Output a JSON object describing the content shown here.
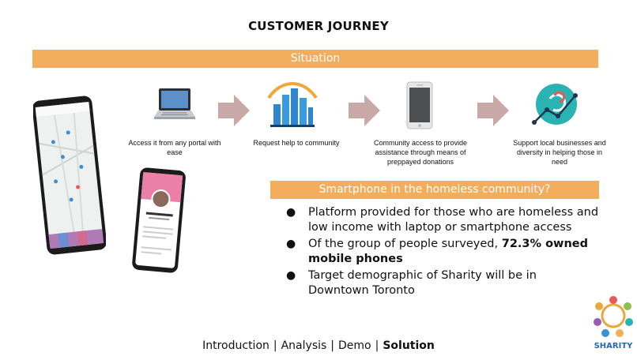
{
  "title": "CUSTOMER JOURNEY",
  "situation_label": "Situation",
  "steps": [
    {
      "icon": "laptop-icon",
      "caption": "Access it from any portal with ease"
    },
    {
      "icon": "bar-chart-icon",
      "caption": "Request help to community"
    },
    {
      "icon": "smartphone-icon",
      "caption": "Community access to provide assistance through means of preppayed donations"
    },
    {
      "icon": "network-graph-icon",
      "caption": "Support local businesses and diversity in helping those in need"
    }
  ],
  "smartphone_heading": "Smartphone in the homeless community?",
  "bullets": [
    {
      "text": "Platform provided for those who are homeless and low income with laptop or smartphone access"
    },
    {
      "pre": "Of the group of people surveyed, ",
      "bold": "72.3% owned mobile phones"
    },
    {
      "text": "Target demographic of Sharity will be in Downtown Toronto"
    }
  ],
  "nav": {
    "items": [
      "Introduction",
      "Analysis",
      "Demo",
      "Solution"
    ],
    "active": "Solution",
    "separator": "|"
  },
  "logo_text": "SHARITY",
  "colors": {
    "banner": "#f2ae5c",
    "arrow": "#c9a8a8",
    "logo_text": "#2469b3"
  }
}
